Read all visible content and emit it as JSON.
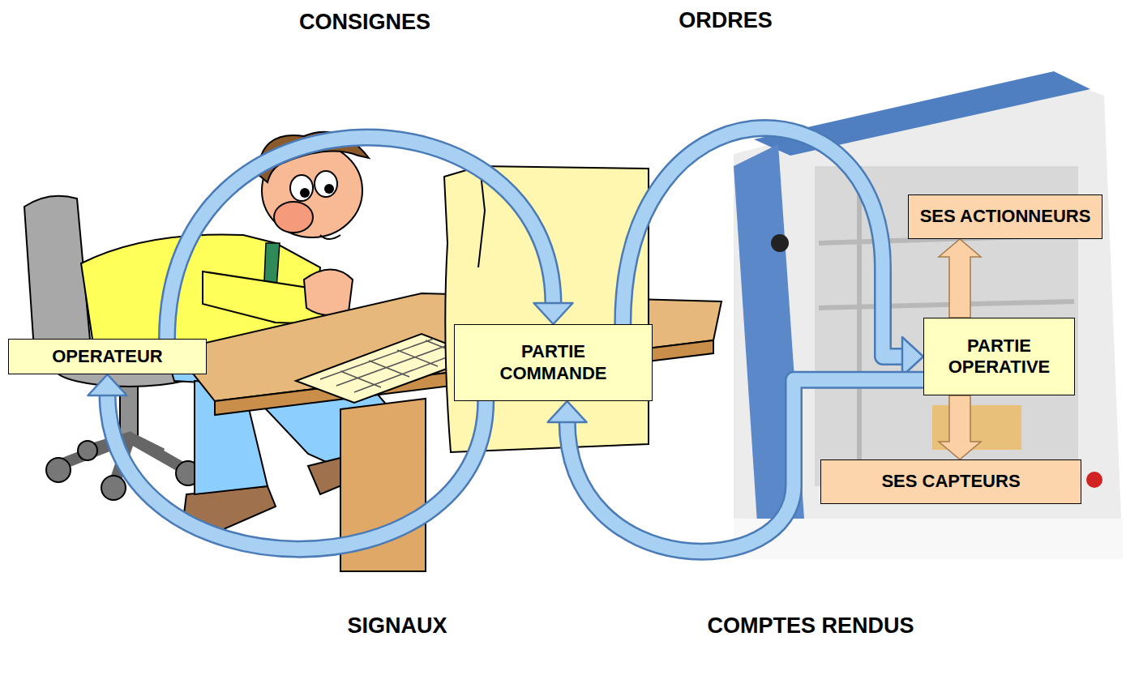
{
  "diagram": {
    "nodes": [
      {
        "text": [
          "OPERATEUR"
        ]
      },
      {
        "text": [
          "PARTIE COMMANDE"
        ]
      },
      {
        "text": [
          "SES ACTIONNEURS"
        ]
      },
      {
        "text": [
          "PARTIE OPERATIVE"
        ]
      },
      {
        "text": [
          "SES CAPTEURS"
        ]
      }
    ],
    "edges": [
      {
        "from": 0,
        "to": 1,
        "label": "CONSIGNES",
        "arrow": "to"
      },
      {
        "from": 1,
        "to": 3,
        "label": "ORDRES",
        "arrow": "to"
      },
      {
        "from": 3,
        "to": 1,
        "label": "COMPTES RENDUS",
        "arrow": "to"
      },
      {
        "from": 1,
        "to": 0,
        "label": "SIGNAUX",
        "arrow": "to"
      },
      {
        "from": 3,
        "to": 2,
        "arrow": "to"
      },
      {
        "from": 3,
        "to": 4,
        "arrow": "to"
      }
    ]
  }
}
